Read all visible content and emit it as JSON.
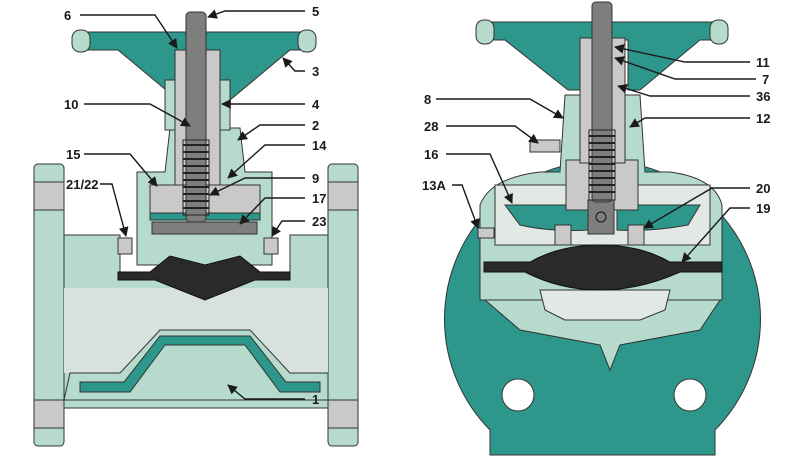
{
  "left_view": {
    "labels": {
      "l6": "6",
      "l5": "5",
      "l3": "3",
      "l10": "10",
      "l4": "4",
      "l2": "2",
      "l14": "14",
      "l15": "15",
      "l9": "9",
      "l2122": "21/22",
      "l17": "17",
      "l23": "23",
      "l1": "1"
    }
  },
  "right_view": {
    "labels": {
      "l11": "11",
      "l7": "7",
      "l36": "36",
      "l8": "8",
      "l28": "28",
      "l12": "12",
      "l16": "16",
      "l20": "20",
      "l13A": "13A",
      "l19": "19"
    }
  },
  "colors": {
    "teal_dark": "#2e978b",
    "teal_light": "#b6dbcd",
    "gray_dark": "#7e7e7e",
    "gray_light": "#c9c9c9",
    "diaphragm": "#2a2a2a"
  }
}
